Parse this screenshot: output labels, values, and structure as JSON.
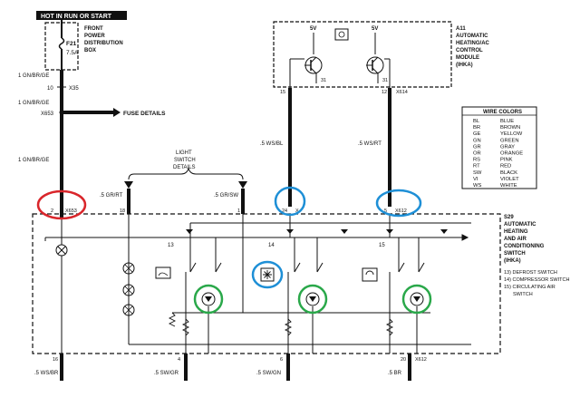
{
  "header": {
    "hot_in_run": "HOT IN RUN OR START"
  },
  "fuse_box": {
    "fuse_id": "F21",
    "fuse_rating": "7.5A",
    "label_lines": [
      "FRONT",
      "POWER",
      "DISTRIBUTION",
      "BOX"
    ]
  },
  "left_wire": {
    "wire_top": "1 GN/BR/GE",
    "conn_x35_pin": "10",
    "conn_x35": "X35",
    "wire_mid": "1 GN/BR/GE",
    "splice": "X653",
    "fuse_details": "FUSE DETAILS",
    "wire_low": "1 GN/BR/GE",
    "s29_pin": "2",
    "s29_conn": "X653"
  },
  "control_module": {
    "label_lines": [
      "A11",
      "AUTOMATIC",
      "HEATING/AC",
      "CONTROL",
      "MODULE",
      "(IHKA)"
    ],
    "supply_left": "5V",
    "supply_right": "5V",
    "pin_left_ground": "31",
    "pin_right_ground": "31",
    "pin_out_left": "15",
    "pin_out_right": "12",
    "conn_out_right": "X614"
  },
  "mid_wires": {
    "ws_bl": ".5 WS/BL",
    "ws_rt": ".5 WS/RT"
  },
  "light_switch": {
    "label_lines": [
      "LIGHT",
      "SWITCH",
      "DETAILS"
    ],
    "wire_left": ".5 GR/RT",
    "wire_right": ".5 GR/SW",
    "pin_left": "18",
    "pin_right": "1"
  },
  "s29_top_pins": {
    "pin_24": "24",
    "conn_24": "X",
    "pin_5": "5",
    "conn_5": "X612"
  },
  "switch_module": {
    "label_lines": [
      "S29",
      "AUTOMATIC",
      "HEATING",
      "AND AIR",
      "CONDITIONING",
      "SWITCH",
      "(IHKA)"
    ],
    "notes": [
      "13) DEFROST SWITCH",
      "14) COMPRESSOR SWITCH",
      "15) CIRCULATING AIR",
      "SWITCH"
    ],
    "sw13": "13",
    "sw14": "14",
    "sw15": "15"
  },
  "wire_colors": {
    "title": "WIRE COLORS",
    "rows": [
      {
        "code": "BL",
        "name": "BLUE"
      },
      {
        "code": "BR",
        "name": "BROWN"
      },
      {
        "code": "GE",
        "name": "YELLOW"
      },
      {
        "code": "GN",
        "name": "GREEN"
      },
      {
        "code": "GR",
        "name": "GRAY"
      },
      {
        "code": "OR",
        "name": "ORANGE"
      },
      {
        "code": "RS",
        "name": "PINK"
      },
      {
        "code": "RT",
        "name": "RED"
      },
      {
        "code": "SW",
        "name": "BLACK"
      },
      {
        "code": "VI",
        "name": "VIOLET"
      },
      {
        "code": "WS",
        "name": "WHITE"
      }
    ]
  },
  "bottom_wires": {
    "pin_16": "16",
    "w1": ".5 WS/BR",
    "pin_4": "4",
    "w2": ".5 SW/GR",
    "pin_6": "6",
    "w3": ".5 SW/GN",
    "pin_20": "20",
    "conn_20": "X612",
    "w4": ".5 BR"
  },
  "colors": {
    "ink": "#111111",
    "highlight_red": "#d9262b",
    "highlight_blue": "#1e8fd6",
    "highlight_green": "#2aa84a"
  }
}
